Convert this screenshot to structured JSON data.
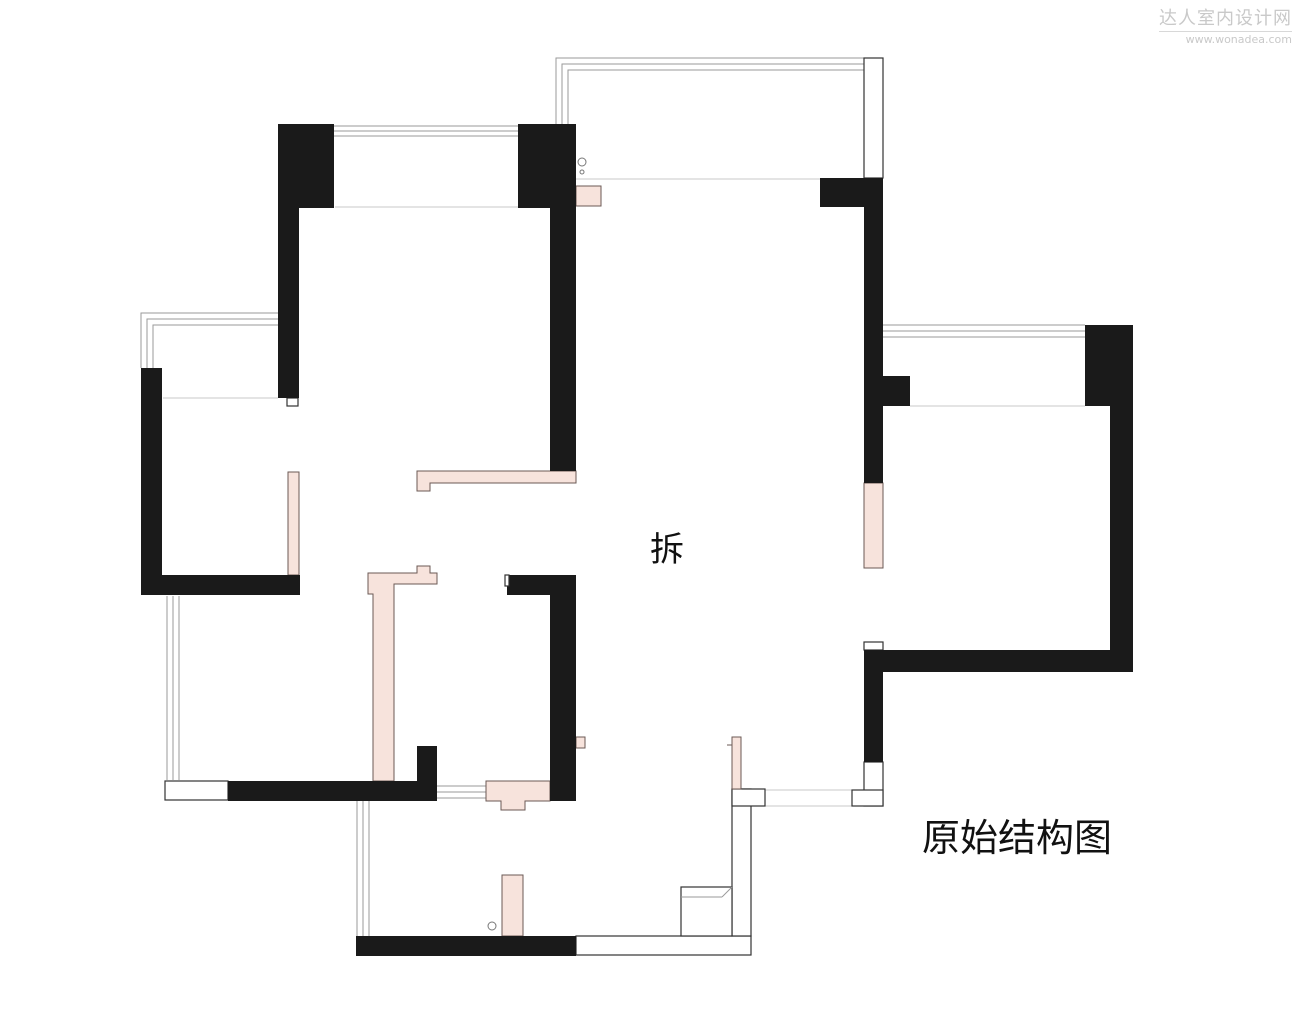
{
  "watermark": {
    "name": "达人室内设计网",
    "url": "www.wonadea.com"
  },
  "plan": {
    "demolish_label": "拆",
    "title": "原始结构图"
  },
  "legend_colors": {
    "bearing_wall": "#1a1a1a",
    "demolished_wall": "#f7e3dc"
  }
}
